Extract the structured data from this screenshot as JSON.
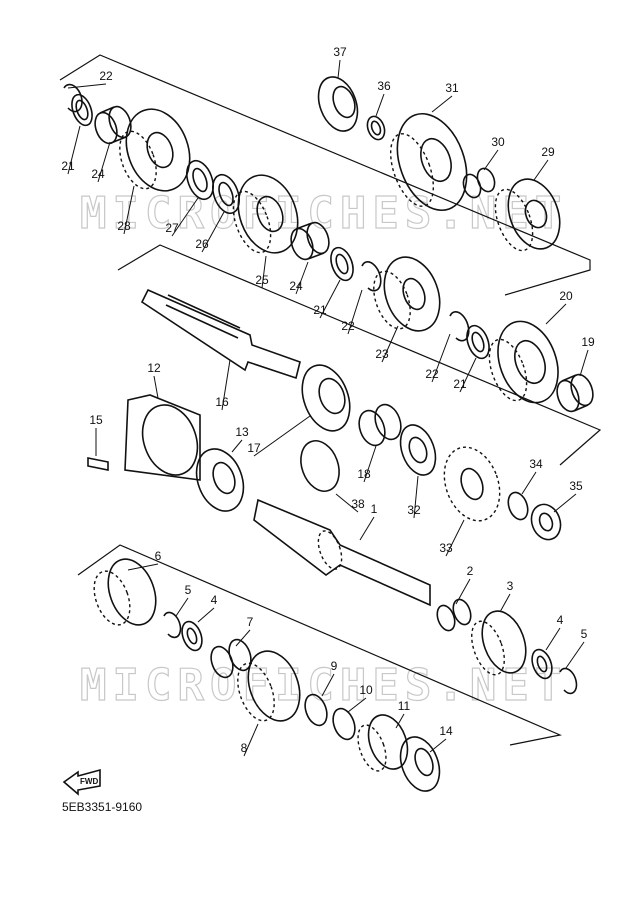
{
  "diagram_code": "5EB3351-9160",
  "watermark": "MICROFICHES.NET",
  "fwd_label": "FWD",
  "callouts": [
    "37",
    "36",
    "31",
    "30",
    "29",
    "22",
    "21",
    "24",
    "28",
    "27",
    "26",
    "25",
    "24",
    "21",
    "22",
    "23",
    "20",
    "19",
    "22",
    "21",
    "16",
    "12",
    "15",
    "13",
    "17",
    "18",
    "32",
    "33",
    "34",
    "35",
    "38",
    "1",
    "6",
    "5",
    "4",
    "2",
    "3",
    "4",
    "5",
    "7",
    "9",
    "10",
    "11",
    "14",
    "8"
  ]
}
